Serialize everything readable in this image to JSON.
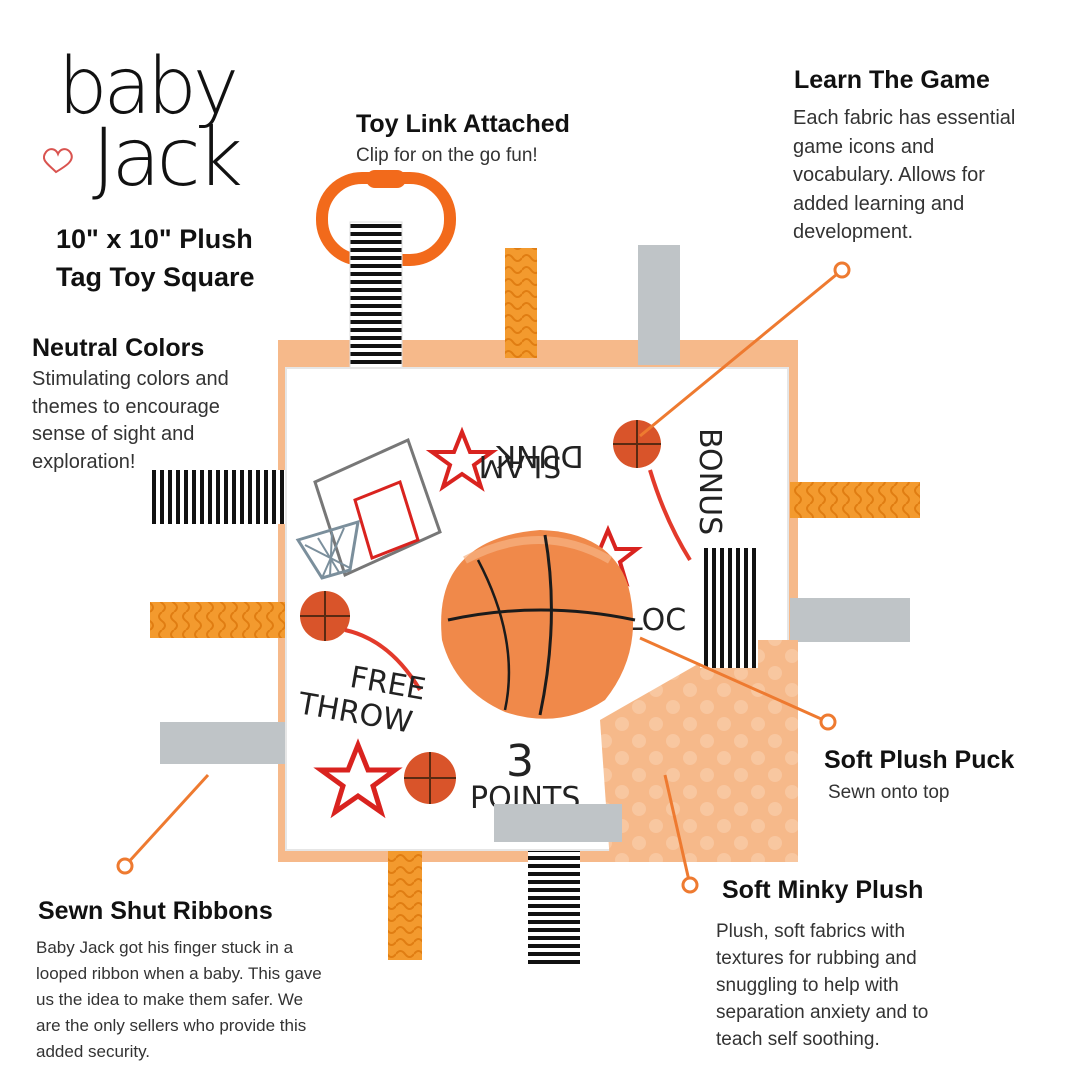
{
  "brand": {
    "logo_line1": "baby",
    "logo_line2": "Jack",
    "heart_icon": "heart-outline-icon",
    "heart_color": "#d9534f"
  },
  "product": {
    "size_line1": "10\" x 10\"  Plush",
    "size_line2": "Tag Toy Square"
  },
  "features": {
    "toy_link": {
      "title": "Toy Link Attached",
      "text": "Clip for on the go fun!"
    },
    "learn_game": {
      "title": "Learn The Game",
      "lines": [
        "Each fabric has essential",
        "game icons and",
        "vocabulary. Allows for",
        "added learning and",
        "development."
      ]
    },
    "neutral_colors": {
      "title": "Neutral Colors",
      "lines": [
        "Stimulating colors and",
        "themes to encourage",
        "sense of sight and",
        "exploration!"
      ]
    },
    "soft_puck": {
      "title": "Soft Plush Puck",
      "text": "Sewn onto top"
    },
    "sewn_ribbons": {
      "title": "Sewn Shut Ribbons",
      "lines": [
        "Baby Jack got  his finger stuck in a",
        "looped ribbon when a baby. This gave",
        "us the idea to make them safer.  We",
        "are the only sellers who provide this",
        "added security."
      ]
    },
    "minky_plush": {
      "title": "Soft Minky Plush",
      "lines": [
        "Plush, soft fabrics with",
        "textures for rubbing and",
        "snuggling to help with",
        "separation anxiety and to",
        "teach self soothing."
      ]
    }
  },
  "fabric_print": {
    "slam": "SLAM",
    "dunk": "DUNK",
    "bonus": "BONUS",
    "free": "FREE",
    "throw": "THROW",
    "three": "3",
    "points": "POINTS",
    "block_partial": "LOC"
  },
  "colors": {
    "accent_orange": "#ee7a30",
    "ribbon_orange": "#f39a2e",
    "ribbon_gray": "#bfc4c7",
    "star_red": "#d9231f",
    "minky_peach": "#f6b98a"
  }
}
